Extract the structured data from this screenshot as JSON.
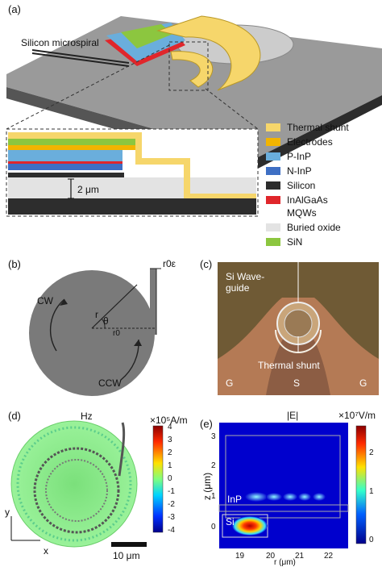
{
  "panels": {
    "a": {
      "label": "(a)",
      "spiral_label": "Silicon microspiral",
      "scale_label": "2 μm",
      "legend": [
        {
          "label": "Thermal shunt",
          "color": "#f6d66b"
        },
        {
          "label": "Electrodes",
          "color": "#f2b400"
        },
        {
          "label": "P-InP",
          "color": "#6aaedc"
        },
        {
          "label": "N-InP",
          "color": "#3e6fc4"
        },
        {
          "label": "Silicon",
          "color": "#2d2d2d"
        },
        {
          "label": "InAlGaAs",
          "color": "#e0262b"
        },
        {
          "label": "MQWs",
          "color": ""
        },
        {
          "label": "Buried oxide",
          "color": "#e3e3e3"
        },
        {
          "label": "SiN",
          "color": "#8cc63f"
        }
      ]
    },
    "b": {
      "label": "(b)",
      "cw": "CW",
      "ccw": "CCW",
      "r": "r",
      "theta": "θ",
      "r0": "r0",
      "r0eps": "r0ε"
    },
    "c": {
      "label": "(c)",
      "waveguide": "Si Wave-",
      "waveguide2": "guide",
      "shunt": "Thermal shunt",
      "g_left": "G",
      "s": "S",
      "g_right": "G"
    },
    "d": {
      "label": "(d)",
      "title": "Hz",
      "unit": "×10⁵A/m",
      "ticks": [
        "4",
        "3",
        "2",
        "1",
        "0",
        "-1",
        "-2",
        "-3",
        "-4"
      ],
      "y_axis": "y",
      "x_axis": "x",
      "scale_label": "10 μm"
    },
    "e": {
      "label": "(e)",
      "title": "|E|",
      "unit": "×10⁷V/m",
      "cb_ticks": [
        "2",
        "1",
        "0"
      ],
      "inp": "InP",
      "si": "Si",
      "ylabel": "z (μm)",
      "xlabel": "r (μm)",
      "yticks": [
        "3",
        "2",
        "1",
        "0"
      ],
      "xticks": [
        "19",
        "20",
        "21",
        "22"
      ]
    }
  }
}
